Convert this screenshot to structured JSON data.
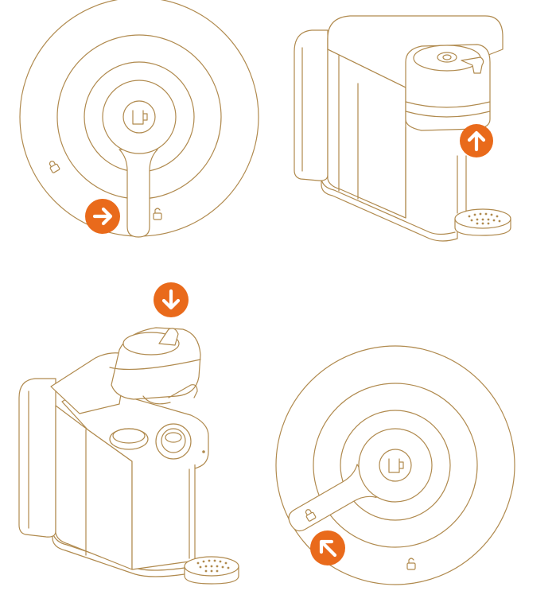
{
  "colors": {
    "line": "#b08a4e",
    "accent": "#e96a1b",
    "background": "#ffffff"
  },
  "panels": [
    {
      "id": "unlock-lid",
      "arrow": "right-arrow-icon",
      "icons": [
        "cup-icon",
        "lock-icon",
        "unlock-icon"
      ]
    },
    {
      "id": "lift-head",
      "arrow": "up-arrow-icon",
      "icons": [
        "machine-illustration"
      ]
    },
    {
      "id": "close-head",
      "arrow": "down-arrow-icon",
      "icons": [
        "machine-open-illustration"
      ]
    },
    {
      "id": "lock-lid",
      "arrow": "up-left-arrow-icon",
      "icons": [
        "cup-icon",
        "lock-icon",
        "unlock-icon"
      ]
    }
  ]
}
